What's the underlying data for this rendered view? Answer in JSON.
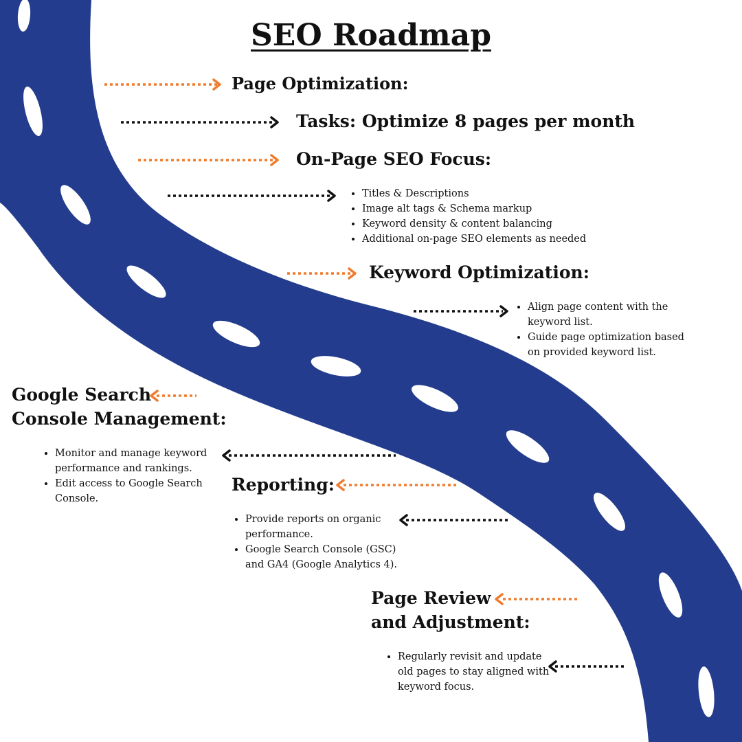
{
  "title": "SEO Roadmap",
  "colors": {
    "road": "#233c8d",
    "lane_marks": "#ffffff",
    "arrow_orange": "#f07b2c",
    "arrow_black": "#111111",
    "text": "#111111"
  },
  "sections": {
    "page_optimization": {
      "heading": "Page Optimization:"
    },
    "tasks": {
      "heading": "Tasks: Optimize 8 pages per month"
    },
    "on_page_focus": {
      "heading": "On-Page SEO Focus:",
      "items": [
        "Titles & Descriptions",
        "Image alt tags & Schema markup",
        "Keyword density & content balancing",
        "Additional on-page SEO elements as needed"
      ]
    },
    "keyword_optimization": {
      "heading": "Keyword Optimization:",
      "items": [
        [
          "Align page content with the",
          "keyword list."
        ],
        [
          "Guide page optimization based",
          "on provided keyword list."
        ]
      ]
    },
    "gsc_management": {
      "heading_line1": "Google Search",
      "heading_line2": "Console Management:",
      "items": [
        [
          "Monitor and manage keyword",
          "performance and rankings."
        ],
        [
          "Edit access to Google Search",
          "Console."
        ]
      ]
    },
    "reporting": {
      "heading": "Reporting:",
      "items": [
        [
          "Provide reports on organic",
          "performance."
        ],
        [
          "Google Search Console (GSC)",
          "and GA4 (Google Analytics 4)."
        ]
      ]
    },
    "page_review": {
      "heading_line1": "Page Review",
      "heading_line2": "and Adjustment:",
      "items": [
        [
          "Regularly revisit and update",
          "old pages to stay aligned with",
          "keyword focus."
        ]
      ]
    }
  }
}
